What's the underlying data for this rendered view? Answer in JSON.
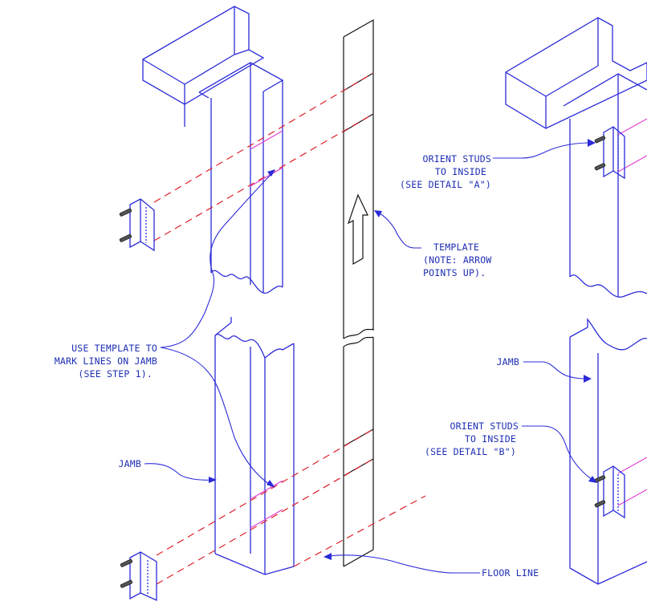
{
  "colors": {
    "jamb_outline": "#2b2bd9",
    "template_outline": "#111111",
    "alignment_lines": "#e0202a",
    "marked_lines": "#e040d0",
    "label_text": "#1f2fb3"
  },
  "labels": {
    "orient_top": [
      "ORIENT STUDS",
      "TO INSIDE",
      "(SEE DETAIL \"A\")"
    ],
    "template": [
      "TEMPLATE",
      "(NOTE: ARROW",
      "POINTS UP)."
    ],
    "use_template": [
      "USE TEMPLATE TO",
      "MARK LINES ON JAMB",
      "(SEE STEP 1)."
    ],
    "jamb_left": "JAMB",
    "jamb_right": "JAMB",
    "orient_bottom": [
      "ORIENT STUDS",
      "TO INSIDE",
      "(SEE DETAIL \"B\")"
    ],
    "floor_line": "FLOOR LINE"
  },
  "icons": {
    "bracket": "angle-bracket-with-studs-icon",
    "arrow": "up-arrow-icon"
  }
}
